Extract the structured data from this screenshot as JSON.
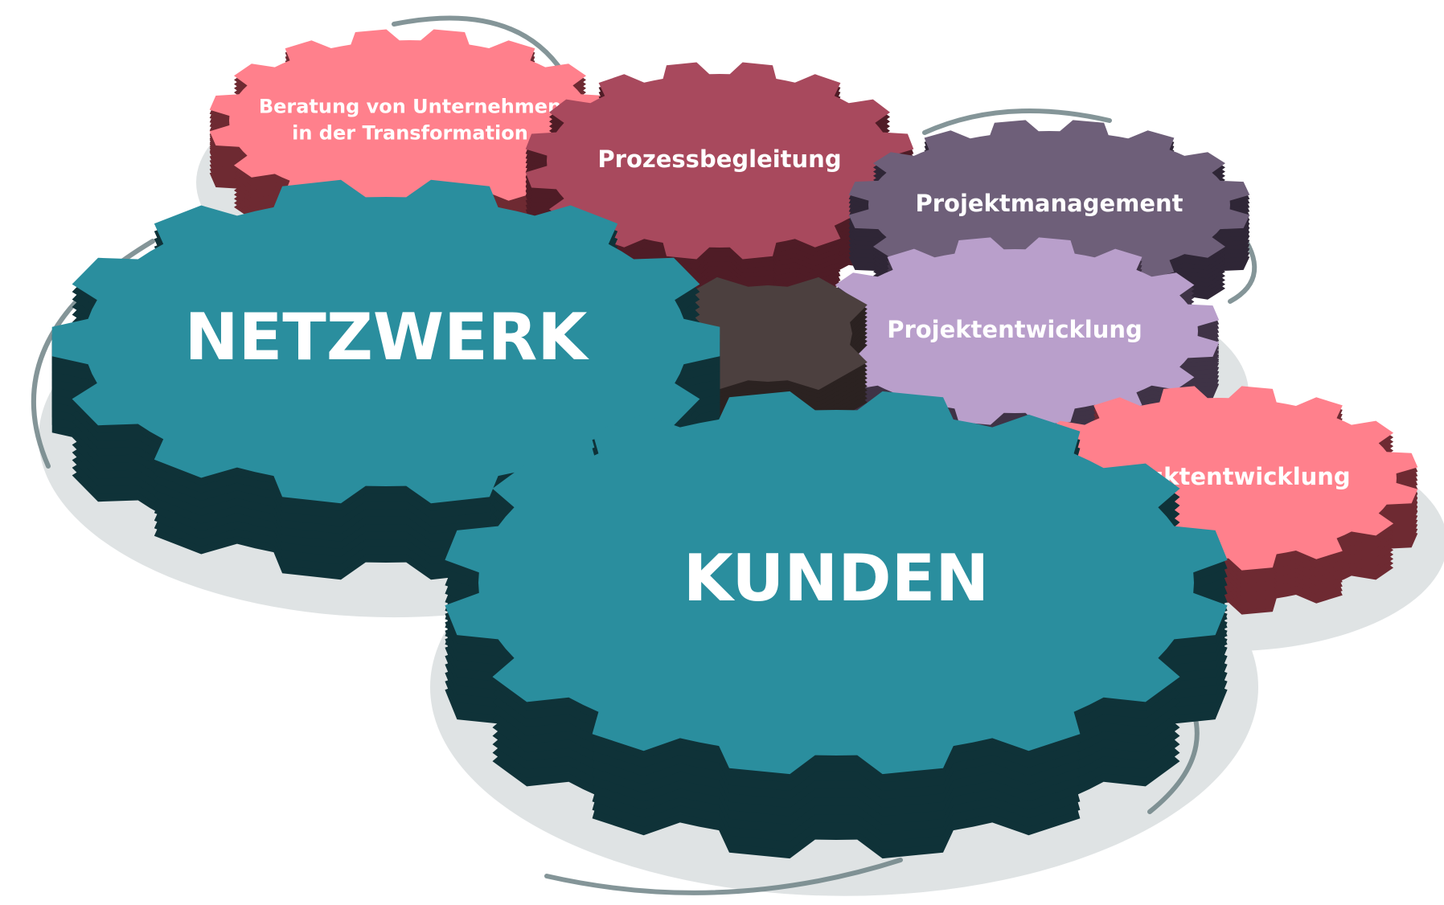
{
  "gears": [
    {
      "id": "beratung",
      "lines": [
        "Beratung von Unternehmen",
        "in der Transformation"
      ],
      "color": "#ff808c",
      "side": "#6e2a32"
    },
    {
      "id": "prozess",
      "lines": [
        "Prozessbegleitung"
      ],
      "color": "#a8495d",
      "side": "#4f1c26"
    },
    {
      "id": "projektmanagement",
      "lines": [
        "Projektmanagement"
      ],
      "color": "#6e5f79",
      "side": "#2f2636"
    },
    {
      "id": "projektentwicklung",
      "lines": [
        "Projektentwicklung"
      ],
      "color": "#b99fcb",
      "side": "#3f3346"
    },
    {
      "id": "produkt",
      "lines": [
        "Produktentwicklung"
      ],
      "color": "#ff808c",
      "side": "#6e2a32"
    },
    {
      "id": "center",
      "lines": [],
      "color": "#4c403f",
      "side": "#2b2221"
    },
    {
      "id": "netzwerk",
      "lines": [
        "NETZWERK"
      ],
      "color": "#2a8e9e",
      "side": "#0f3238"
    },
    {
      "id": "kunden",
      "lines": [
        "KUNDEN"
      ],
      "color": "#2a8e9e",
      "side": "#0f3238"
    }
  ]
}
